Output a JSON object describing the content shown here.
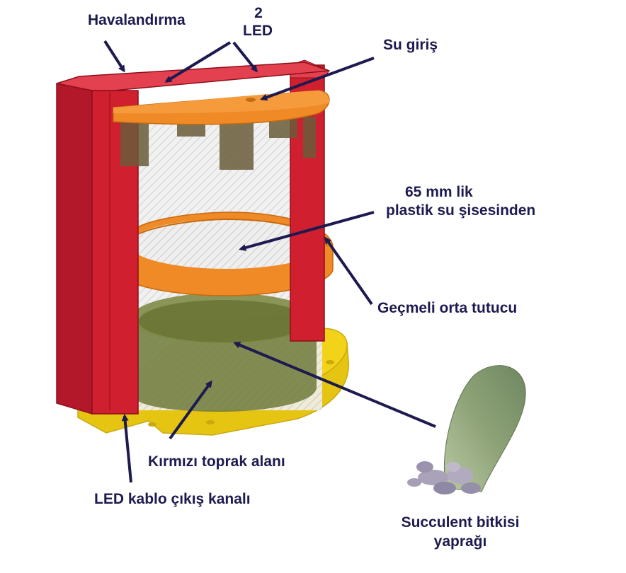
{
  "labels": {
    "ventilation": "Havalandırma",
    "led_count": "2",
    "led": "LED",
    "water_inlet": "Su giriş",
    "bottle_line1": "65 mm lik",
    "bottle_line2": "plastik su şisesinden",
    "middle_holder": "Geçmeli orta tutucu",
    "soil_area": "Kırmızı toprak alanı",
    "cable_channel": "LED kablo çıkış kanalı",
    "succulent_line1": "Succulent bitkisi",
    "succulent_line2": "yaprağı"
  },
  "colors": {
    "frame_red": "#d01f2e",
    "ring_orange": "#f08a26",
    "base_yellow": "#f3d21a",
    "soil_olive": "#6e7a3a",
    "arrow_navy": "#1d1a4f",
    "text_navy": "#1d1a4f",
    "succulent_green": "#8fa37a"
  }
}
